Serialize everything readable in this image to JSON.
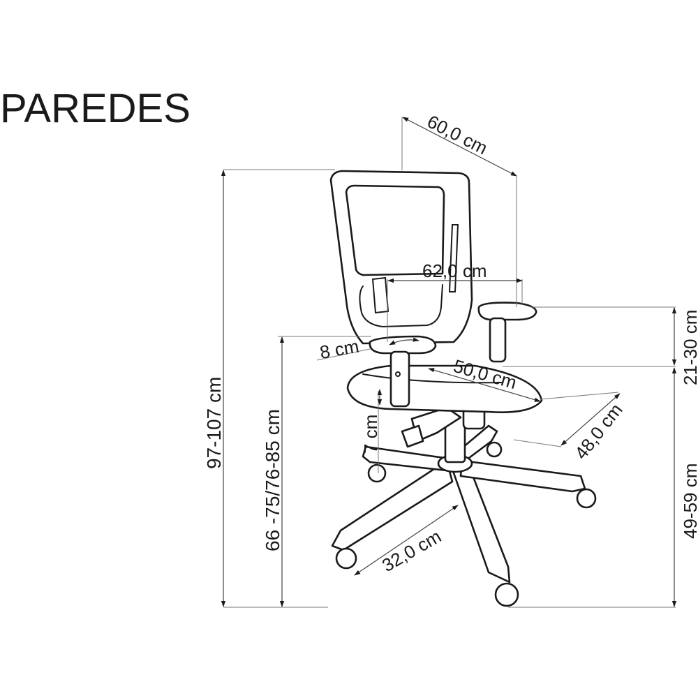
{
  "title": "PAREDES",
  "dimensions": {
    "depth_top": "60,0 cm",
    "width_arms": "62,0 cm",
    "armrest_offset": "8 cm",
    "seat_width": "50,0 cm",
    "seat_depth": "48,0 cm",
    "seat_thickness": "7 cm",
    "base_radius": "32,0 cm",
    "total_height": "97-107 cm",
    "arm_height": "66 -75/76-85 cm",
    "arm_above_seat": "21-30 cm",
    "seat_height": "49-59 cm"
  }
}
